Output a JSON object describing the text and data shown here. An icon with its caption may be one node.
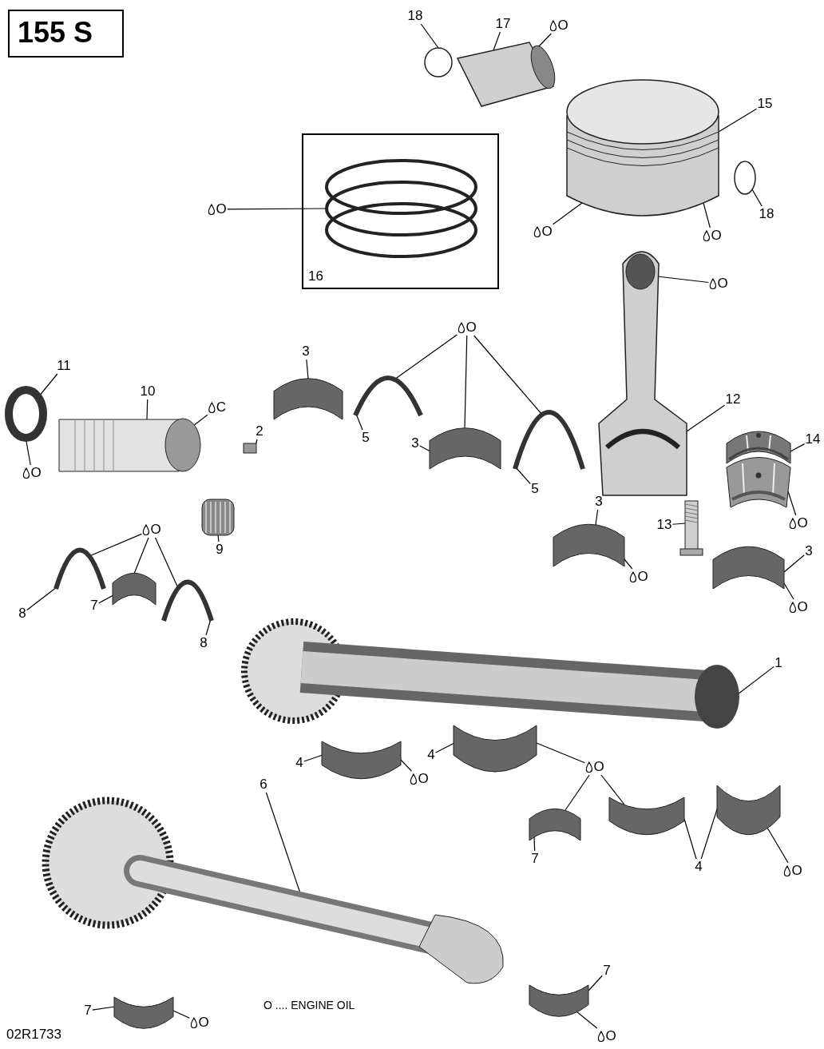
{
  "diagram": {
    "nodes": [
      {
        "text": [
          "155 S"
        ]
      },
      {
        "text": [
          "16"
        ]
      },
      {
        "text": [],
        "shape": "circle",
        "in": 1
      },
      {
        "text": [],
        "shape": "picture"
      },
      {
        "text": [],
        "shape": "circle"
      },
      {
        "text": [],
        "shape": "circle"
      },
      {
        "text": [],
        "shape": "picture"
      },
      {
        "text": [],
        "shape": "picture"
      },
      {
        "text": [],
        "shape": "picture"
      },
      {
        "text": [],
        "shape": "picture"
      },
      {
        "text": [],
        "shape": "picture"
      },
      {
        "text": [],
        "shape": "circle"
      },
      {
        "text": [],
        "shape": "picture"
      },
      {
        "text": [],
        "shape": "picture"
      },
      {
        "text": [],
        "shape": "box"
      },
      {
        "text": [],
        "shape": "picture"
      },
      {
        "text": [],
        "shape": "picture"
      },
      {
        "text": [],
        "shape": "picture"
      },
      {
        "text": [],
        "shape": "picture"
      },
      {
        "text": [],
        "shape": "picture"
      },
      {
        "text": [],
        "shape": "picture"
      },
      {
        "text": [],
        "shape": "picture"
      },
      {
        "text": [],
        "shape": "picture"
      },
      {
        "text": [],
        "shape": "picture"
      },
      {
        "text": [],
        "shape": "picture"
      },
      {
        "text": [],
        "shape": "picture"
      },
      {
        "text": [],
        "shape": "picture"
      },
      {
        "text": [],
        "shape": "picture"
      },
      {
        "text": [],
        "shape": "picture"
      },
      {
        "text": [],
        "shape": "picture"
      },
      {
        "text": [],
        "shape": "picture"
      },
      {
        "text": [],
        "shape": "picture"
      },
      {
        "text": [
          "18"
        ]
      },
      {
        "text": [
          "17"
        ]
      },
      {
        "text": [
          "O"
        ]
      },
      {
        "text": [
          "15"
        ]
      },
      {
        "text": [
          "O"
        ]
      },
      {
        "text": [
          "18"
        ]
      },
      {
        "text": [
          "O"
        ]
      },
      {
        "text": [
          "O"
        ]
      },
      {
        "text": [
          "O"
        ]
      },
      {
        "text": [
          "O"
        ]
      },
      {
        "text": [
          "3"
        ]
      },
      {
        "text": [
          "11"
        ]
      },
      {
        "text": [
          "10"
        ]
      },
      {
        "text": [
          "C"
        ]
      },
      {
        "text": [
          "12"
        ]
      },
      {
        "text": [
          "14"
        ]
      },
      {
        "text": [
          "2"
        ]
      },
      {
        "text": [
          "5"
        ]
      },
      {
        "text": [
          "3"
        ]
      },
      {
        "text": [
          "5"
        ]
      },
      {
        "text": [
          "O"
        ]
      },
      {
        "text": [
          "O"
        ]
      },
      {
        "text": [
          "13"
        ]
      },
      {
        "text": [
          "9"
        ]
      },
      {
        "text": [
          "3"
        ]
      },
      {
        "text": [
          "O"
        ]
      },
      {
        "text": [
          "3"
        ]
      },
      {
        "text": [
          "O"
        ]
      },
      {
        "text": [
          "O"
        ]
      },
      {
        "text": [
          "8"
        ]
      },
      {
        "text": [
          "7"
        ]
      },
      {
        "text": [
          "8"
        ]
      },
      {
        "text": [
          "1"
        ]
      },
      {
        "text": [
          "4"
        ]
      },
      {
        "text": [
          "O"
        ]
      },
      {
        "text": [
          "4"
        ]
      },
      {
        "text": [
          "O"
        ]
      },
      {
        "text": [
          "7"
        ]
      },
      {
        "text": [
          "7"
        ]
      },
      {
        "text": [
          "O"
        ]
      },
      {
        "text": [
          "6"
        ]
      },
      {
        "text": [
          "4"
        ]
      },
      {
        "text": [
          "O"
        ]
      },
      {
        "text": [
          "7"
        ]
      },
      {
        "text": [
          "O"
        ]
      }
    ],
    "edges": [
      {
        "from": 32,
        "to": 4,
        "arrow": "none"
      },
      {
        "from": 33,
        "to": 3,
        "arrow": "none"
      },
      {
        "from": 34,
        "to": 3,
        "arrow": "none"
      },
      {
        "from": 35,
        "to": 6,
        "arrow": "none"
      },
      {
        "from": 36,
        "to": 6,
        "arrow": "none"
      },
      {
        "from": 37,
        "to": 5,
        "arrow": "none"
      },
      {
        "from": 38,
        "to": 6,
        "arrow": "none"
      },
      {
        "from": 39,
        "to": 2,
        "arrow": "none"
      },
      {
        "from": 40,
        "to": 7,
        "arrow": "none"
      },
      {
        "from": 41,
        "to": 15,
        "arrow": "none"
      },
      {
        "from": 41,
        "to": 18,
        "arrow": "none"
      },
      {
        "from": 41,
        "to": 16,
        "arrow": "none"
      },
      {
        "from": 42,
        "to": 17,
        "arrow": "none"
      },
      {
        "from": 43,
        "to": 11,
        "arrow": "none"
      },
      {
        "from": 44,
        "to": 12,
        "arrow": "none"
      },
      {
        "from": 45,
        "to": 12,
        "arrow": "none"
      },
      {
        "from": 46,
        "to": 7,
        "arrow": "none"
      },
      {
        "from": 47,
        "to": 8,
        "arrow": "none"
      },
      {
        "from": 48,
        "to": 14,
        "arrow": "none"
      },
      {
        "from": 49,
        "to": 15,
        "arrow": "none"
      },
      {
        "from": 50,
        "to": 18,
        "arrow": "none"
      },
      {
        "from": 51,
        "to": 16,
        "arrow": "none"
      },
      {
        "from": 52,
        "to": 11,
        "arrow": "none"
      },
      {
        "from": 53,
        "to": 8,
        "arrow": "none"
      },
      {
        "from": 54,
        "to": 9,
        "arrow": "none"
      },
      {
        "from": 55,
        "to": 13,
        "arrow": "none"
      },
      {
        "from": 56,
        "to": 19,
        "arrow": "none"
      },
      {
        "from": 57,
        "to": 21,
        "arrow": "none"
      },
      {
        "from": 57,
        "to": 22,
        "arrow": "none"
      },
      {
        "from": 57,
        "to": 23,
        "arrow": "none"
      },
      {
        "from": 58,
        "to": 20,
        "arrow": "none"
      },
      {
        "from": 59,
        "to": 19,
        "arrow": "none"
      },
      {
        "from": 60,
        "to": 20,
        "arrow": "none"
      },
      {
        "from": 61,
        "to": 21,
        "arrow": "none"
      },
      {
        "from": 62,
        "to": 22,
        "arrow": "none"
      },
      {
        "from": 63,
        "to": 23,
        "arrow": "none"
      },
      {
        "from": 64,
        "to": 10,
        "arrow": "none"
      },
      {
        "from": 65,
        "to": 26,
        "arrow": "none"
      },
      {
        "from": 66,
        "to": 26,
        "arrow": "none"
      },
      {
        "from": 67,
        "to": 27,
        "arrow": "none"
      },
      {
        "from": 68,
        "to": 27,
        "arrow": "none"
      },
      {
        "from": 68,
        "to": 29,
        "arrow": "none"
      },
      {
        "from": 68,
        "to": 28,
        "arrow": "none"
      },
      {
        "from": 69,
        "to": 28,
        "arrow": "none"
      },
      {
        "from": 70,
        "to": 25,
        "arrow": "none"
      },
      {
        "from": 71,
        "to": 25,
        "arrow": "none"
      },
      {
        "from": 72,
        "to": 24,
        "arrow": "none"
      },
      {
        "from": 73,
        "to": 29,
        "arrow": "none"
      },
      {
        "from": 73,
        "to": 30,
        "arrow": "none"
      },
      {
        "from": 74,
        "to": 30,
        "arrow": "none"
      },
      {
        "from": 75,
        "to": 31,
        "arrow": "none"
      },
      {
        "from": 76,
        "to": 31,
        "arrow": "none"
      }
    ],
    "labels": [
      "O .... ENGINE OIL",
      "02R1733"
    ]
  }
}
